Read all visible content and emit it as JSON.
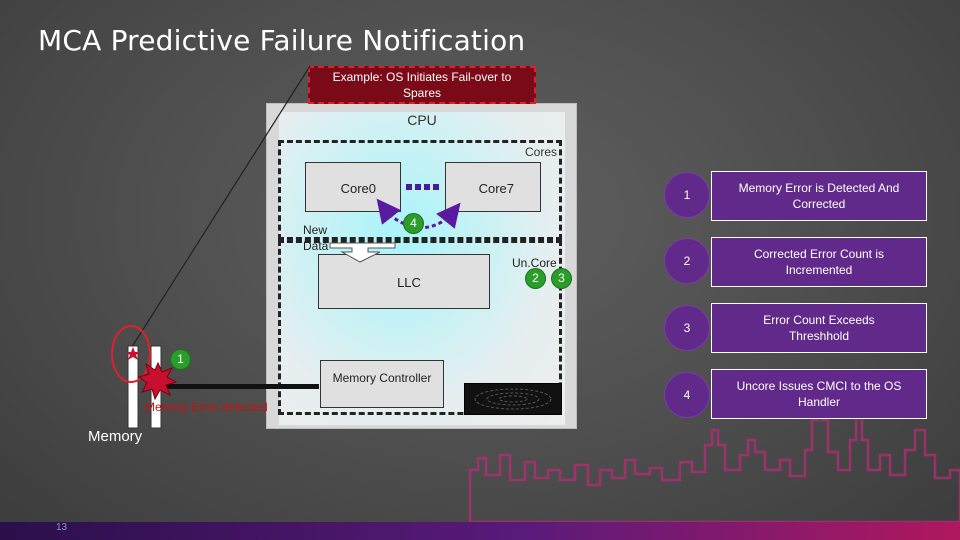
{
  "slide": {
    "title": "MCA Predictive Failure Notification",
    "page_number": "13"
  },
  "diagram": {
    "example_note": "Example: OS Initiates Fail-over to Spares",
    "cpu_label": "CPU",
    "cores_label": "Cores",
    "core0_label": "Core0",
    "core7_label": "Core7",
    "new_data_label": "New Data",
    "llc_label": "LLC",
    "uncore_label": "Un.Core",
    "memory_controller_label": "Memory Controller",
    "memory_error_label": "Memroy Error detected",
    "memory_label": "Memory",
    "markers": {
      "core_path": "4",
      "uncore_a": "2",
      "uncore_b": "3",
      "memory": "1"
    }
  },
  "steps": [
    {
      "number": "1",
      "text": "Memory Error is Detected And Corrected"
    },
    {
      "number": "2",
      "text": "Corrected Error Count is Incremented"
    },
    {
      "number": "3",
      "text": "Error Count Exceeds Threshhold"
    },
    {
      "number": "4",
      "text": "Uncore Issues CMCI to the OS Handler"
    }
  ],
  "colors": {
    "step_purple": "#612a8a",
    "marker_green": "#2a9d2a",
    "error_red": "#cc1010",
    "example_box": "#7a0a18"
  }
}
